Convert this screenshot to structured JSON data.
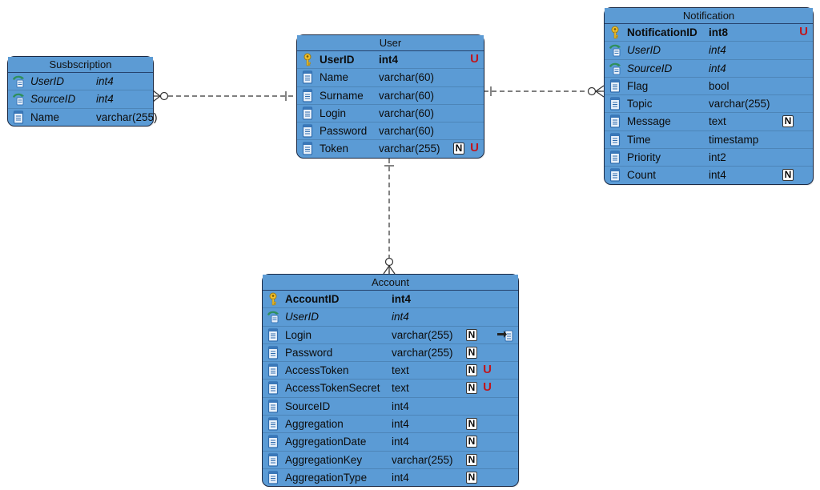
{
  "entities": {
    "subscription": {
      "title": "Susbscription",
      "columns": [
        {
          "name": "UserID",
          "type": "int4",
          "kind": "fk"
        },
        {
          "name": "SourceID",
          "type": "int4",
          "kind": "fk"
        },
        {
          "name": "Name",
          "type": "varchar(255)",
          "kind": "col"
        }
      ]
    },
    "user": {
      "title": "User",
      "columns": [
        {
          "name": "UserID",
          "type": "int4",
          "kind": "pk",
          "unique": "U"
        },
        {
          "name": "Name",
          "type": "varchar(60)",
          "kind": "col"
        },
        {
          "name": "Surname",
          "type": "varchar(60)",
          "kind": "col"
        },
        {
          "name": "Login",
          "type": "varchar(60)",
          "kind": "col"
        },
        {
          "name": "Password",
          "type": "varchar(60)",
          "kind": "col"
        },
        {
          "name": "Token",
          "type": "varchar(255)",
          "kind": "col",
          "nullable": "N",
          "unique": "U"
        }
      ]
    },
    "notification": {
      "title": "Notification",
      "columns": [
        {
          "name": "NotificationID",
          "type": "int8",
          "kind": "pk",
          "unique": "U"
        },
        {
          "name": "UserID",
          "type": "int4",
          "kind": "fk"
        },
        {
          "name": "SourceID",
          "type": "int4",
          "kind": "fk"
        },
        {
          "name": "Flag",
          "type": "bool",
          "kind": "col"
        },
        {
          "name": "Topic",
          "type": "varchar(255)",
          "kind": "col"
        },
        {
          "name": "Message",
          "type": "text",
          "kind": "col",
          "nullable": "N"
        },
        {
          "name": "Time",
          "type": "timestamp",
          "kind": "col"
        },
        {
          "name": "Priority",
          "type": "int2",
          "kind": "col"
        },
        {
          "name": "Count",
          "type": "int4",
          "kind": "col",
          "nullable": "N"
        }
      ]
    },
    "account": {
      "title": "Account",
      "columns": [
        {
          "name": "AccountID",
          "type": "int4",
          "kind": "pk"
        },
        {
          "name": "UserID",
          "type": "int4",
          "kind": "fk"
        },
        {
          "name": "Login",
          "type": "varchar(255)",
          "kind": "col",
          "nullable": "N",
          "extra": "column-link-icon"
        },
        {
          "name": "Password",
          "type": "varchar(255)",
          "kind": "col",
          "nullable": "N"
        },
        {
          "name": "AccessToken",
          "type": "text",
          "kind": "col",
          "nullable": "N",
          "unique": "U"
        },
        {
          "name": "AccessTokenSecret",
          "type": "text",
          "kind": "col",
          "nullable": "N",
          "unique": "U"
        },
        {
          "name": "SourceID",
          "type": "int4",
          "kind": "col"
        },
        {
          "name": "Aggregation",
          "type": "int4",
          "kind": "col",
          "nullable": "N"
        },
        {
          "name": "AggregationDate",
          "type": "int4",
          "kind": "col",
          "nullable": "N"
        },
        {
          "name": "AggregationKey",
          "type": "varchar(255)",
          "kind": "col",
          "nullable": "N"
        },
        {
          "name": "AggregationType",
          "type": "int4",
          "kind": "col",
          "nullable": "N"
        }
      ]
    }
  },
  "relationships": [
    {
      "from": "user",
      "to": "subscription",
      "from_cardinality": "one",
      "to_cardinality": "zero-or-many"
    },
    {
      "from": "user",
      "to": "notification",
      "from_cardinality": "one",
      "to_cardinality": "zero-or-many"
    },
    {
      "from": "user",
      "to": "account",
      "from_cardinality": "one",
      "to_cardinality": "zero-or-many"
    }
  ],
  "colors": {
    "entity_fill": "#5b9bd5",
    "entity_border": "#1c2a44",
    "key_icon": "#f2c12e",
    "column_icon": "#3a77b8",
    "fk_icon": "#2f8f5b",
    "unique_badge": "#c0161d",
    "connector": "#333333"
  }
}
